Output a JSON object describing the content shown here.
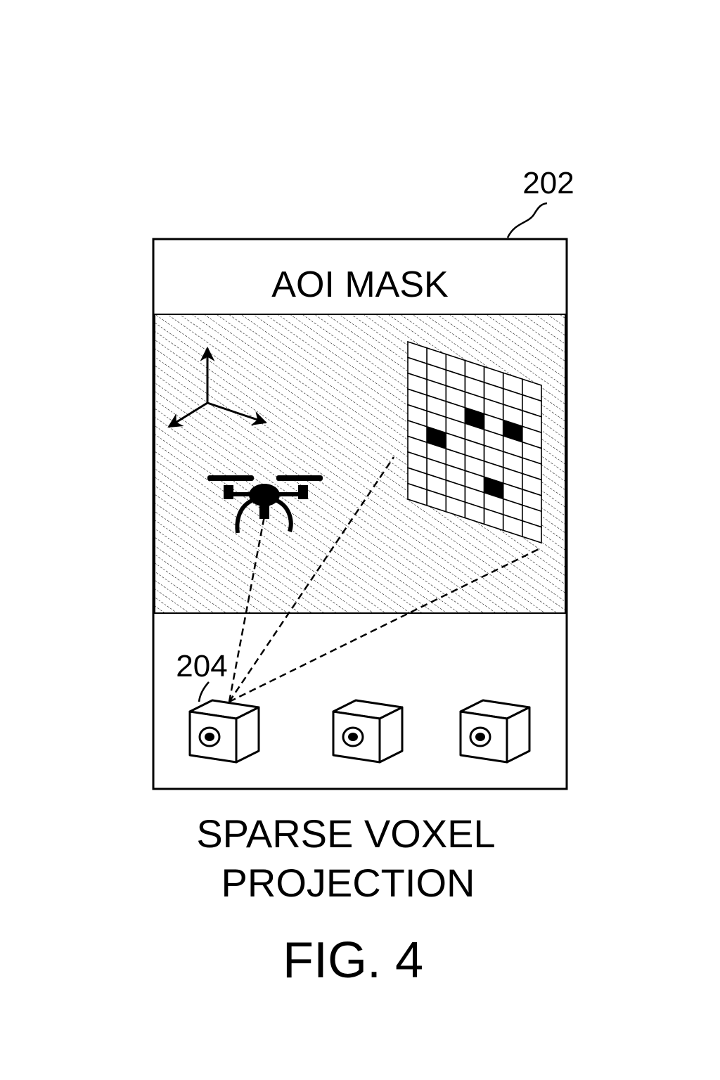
{
  "figure": {
    "ref_outer": "202",
    "ref_camera": "204",
    "header_label": "AOI MASK",
    "caption_line1": "SPARSE VOXEL",
    "caption_line2": "PROJECTION",
    "figure_number": "FIG. 4"
  },
  "icons": {
    "axes": "xyz-axes-icon",
    "drone": "drone-icon",
    "voxel_grid": "voxel-grid-icon",
    "camera": "camera-icon"
  },
  "voxel_grid": {
    "rows": 10,
    "cols": 7,
    "filled_cells": [
      [
        3,
        3
      ],
      [
        3,
        5
      ],
      [
        5,
        1
      ],
      [
        7,
        4
      ]
    ]
  },
  "colors": {
    "ink": "#000000",
    "paper": "#ffffff"
  }
}
